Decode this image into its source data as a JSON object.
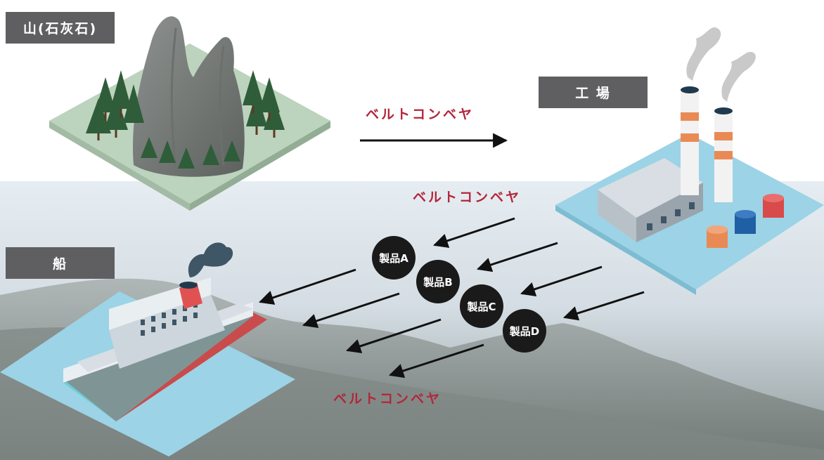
{
  "labels": {
    "mountain": "山(石灰石)",
    "factory": "工 場",
    "ship": "船"
  },
  "conveyor_labels": [
    "ベルトコンベヤ",
    "ベルトコンベヤ",
    "ベルトコンベヤ"
  ],
  "products": [
    "製品A",
    "製品B",
    "製品C",
    "製品D"
  ],
  "colors": {
    "label_bg": "#5f5f61",
    "conveyor_text": "#b3263a",
    "arrow": "#111111",
    "product_bg": "#1a1a1a",
    "water_tile": "#9cd3e6",
    "grass_tile": "#bcd3bd"
  }
}
